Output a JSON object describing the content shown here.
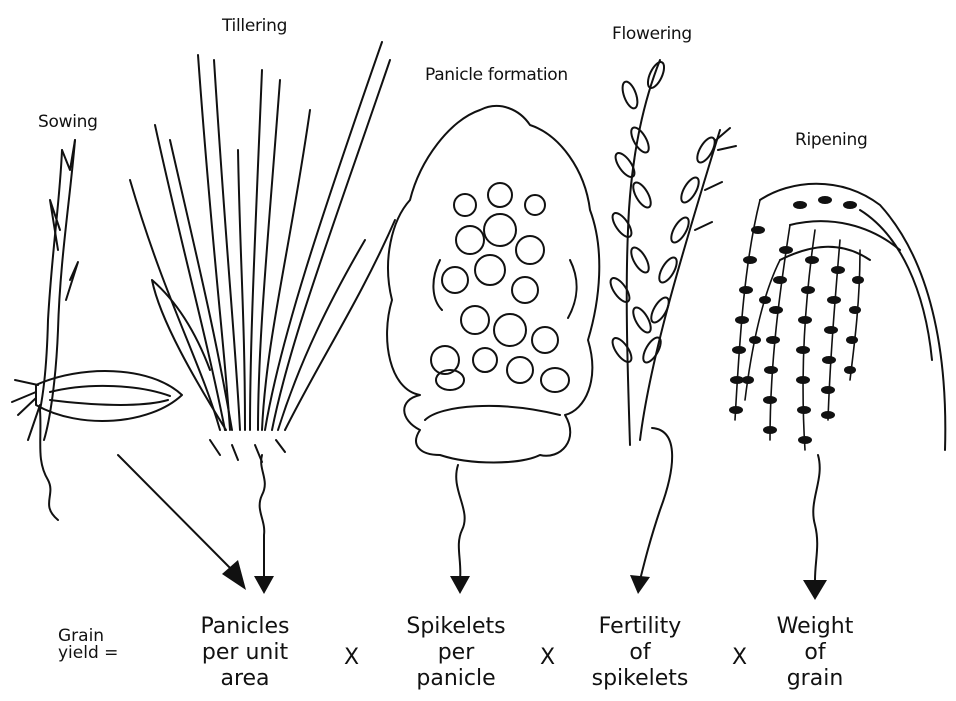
{
  "stages": {
    "sowing": "Sowing",
    "tillering": "Tillering",
    "panicle_formation": "Panicle formation",
    "flowering": "Flowering",
    "ripening": "Ripening"
  },
  "equation": {
    "lhs_line1": "Grain",
    "lhs_line2": "yield =",
    "operator": "X",
    "terms": [
      {
        "lines": [
          "Panicles",
          "per unit",
          "area"
        ]
      },
      {
        "lines": [
          "Spikelets",
          "per",
          "panicle"
        ]
      },
      {
        "lines": [
          "Fertility",
          "of",
          "spikelets"
        ]
      },
      {
        "lines": [
          "Weight",
          "of",
          "grain"
        ]
      }
    ]
  },
  "colors": {
    "ink": "#111111",
    "background": "#ffffff"
  }
}
